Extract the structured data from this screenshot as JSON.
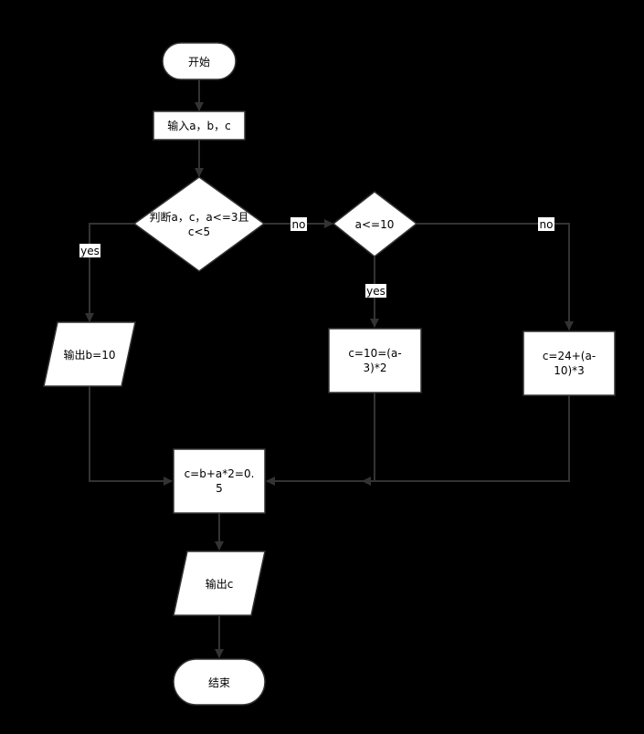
{
  "colors": {
    "background": "#000000",
    "node_fill": "#ffffff",
    "node_stroke": "#333333",
    "edge": "#333333",
    "text": "#000000",
    "label_bg": "#ffffff"
  },
  "nodes": {
    "start": {
      "label": "开始"
    },
    "input": {
      "label": "输入a，b，c"
    },
    "decision_main": {
      "line1": "判断a，c，a<=3且",
      "line2": "c<5"
    },
    "decision_a": {
      "label": "a<=10"
    },
    "output_b": {
      "label": "输出b=10"
    },
    "process_c10": {
      "line1": "c=10=(a-",
      "line2": "3)*2"
    },
    "process_c24": {
      "line1": "c=24+(a-",
      "line2": "10)*3"
    },
    "process_cb": {
      "line1": "c=b+a*2=0.",
      "line2": "5"
    },
    "output_c": {
      "label": "输出c"
    },
    "end": {
      "label": "结束"
    }
  },
  "edge_labels": {
    "main_yes": "yes",
    "main_no": "no",
    "a_yes": "yes",
    "a_no": "no"
  }
}
